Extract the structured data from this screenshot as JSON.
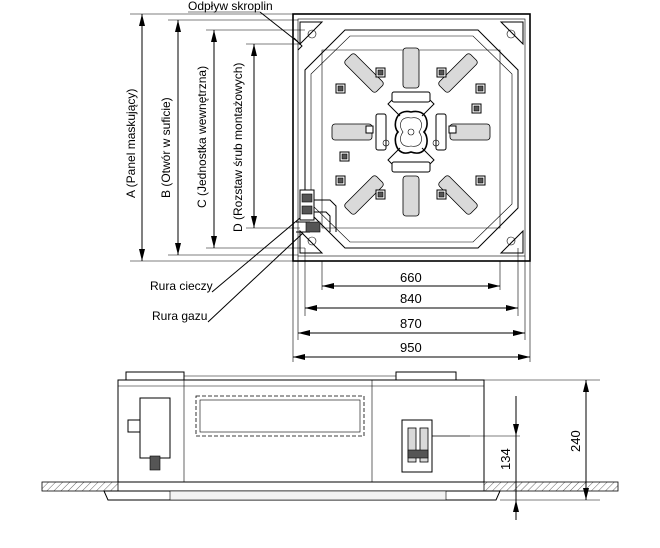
{
  "labels": {
    "drain": "Odpływ skroplin",
    "liquid_pipe": "Rura cieczy",
    "gas_pipe": "Rura gazu"
  },
  "vertical_dims": {
    "a": "A (Panel maskujący)",
    "b": "B (Otwór w suficie)",
    "c": "C (Jednostka wewnętrzna)",
    "d": "D (Rozstaw śrub montażowych)"
  },
  "horizontal_dims": {
    "d660": "660",
    "d840": "840",
    "d870": "870",
    "d950": "950"
  },
  "side_dims": {
    "d134": "134",
    "d240": "240"
  }
}
